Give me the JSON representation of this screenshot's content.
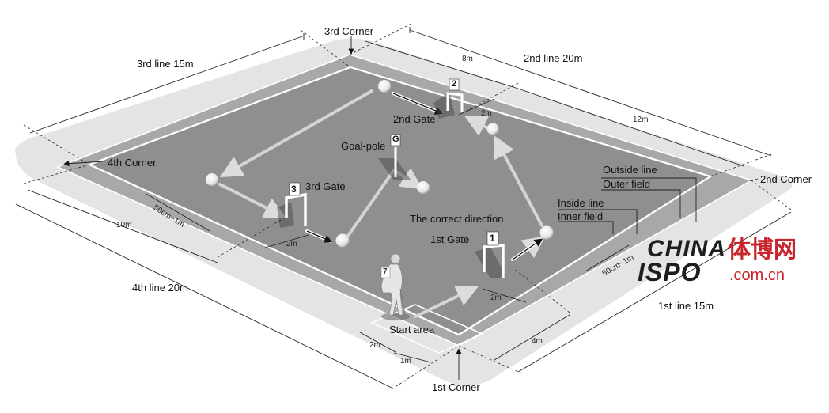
{
  "labels": {
    "corner3": "3rd Corner",
    "line3": "3rd line 15m",
    "line2": "2nd line 20m",
    "dim_8m": "8m",
    "gate2": "2nd Gate",
    "dim_2m_gate2": "2m",
    "dim_12m": "12m",
    "goal_pole": "Goal-pole",
    "corner4": "4th Corner",
    "gate3": "3rd Gate",
    "outside_line": "Outside line",
    "outer_field": "Outer field",
    "corner2": "2nd Corner",
    "inside_line": "Inside line",
    "inner_field": "Inner field",
    "dim_50cm_left": "50cm~1m",
    "dim_10m": "10m",
    "correct_direction": "The correct direction",
    "gate1": "1st Gate",
    "dim_2m_gate3": "2m",
    "dim_50cm_right": "50cm~1m",
    "line4": "4th line 20m",
    "dim_2m_gate1": "2m",
    "start_area": "Start area",
    "dim_4m": "4m",
    "line1": "1st line 15m",
    "dim_2m_start": "2m",
    "dim_1m": "1m",
    "corner1": "1st Corner"
  },
  "gate_numbers": {
    "gate1": "1",
    "gate2": "2",
    "gate3": "3",
    "goal": "G"
  },
  "player_number": "7",
  "watermark": {
    "line1": "CHINA",
    "line2": "ISPO",
    "domain": ".com.cn",
    "chinese": "体博网"
  },
  "colors": {
    "outer_field": "#a8a8a8",
    "inner_field": "#8f8f8f",
    "lines": "#ffffff",
    "watermark_red": "#c8242b",
    "watermark_dark": "#1e1e1e"
  }
}
